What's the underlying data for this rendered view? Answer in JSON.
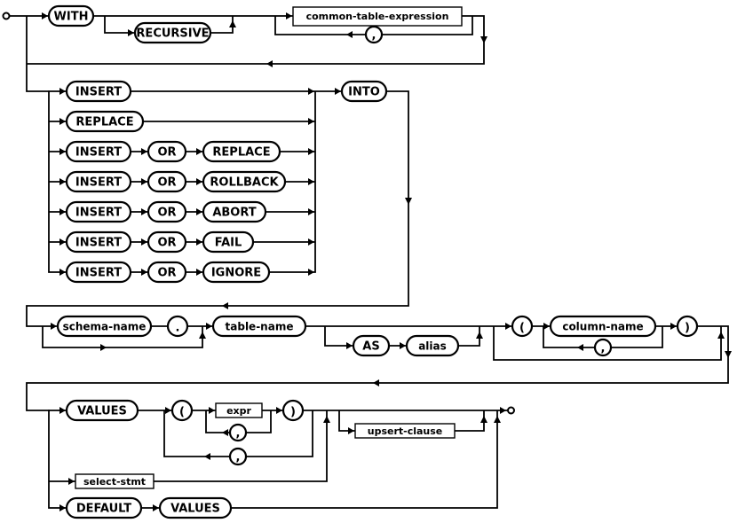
{
  "page": {
    "background": "#ffffff",
    "line_color": "#000000",
    "box_fill": "#ffffff"
  },
  "diagram": {
    "name": "insert-stmt",
    "with_clause": {
      "with": "WITH",
      "recursive": "RECURSIVE",
      "cte": "common-table-expression",
      "comma": ","
    },
    "alternatives": [
      {
        "k1": "INSERT"
      },
      {
        "k1": "REPLACE"
      },
      {
        "k1": "INSERT",
        "k2": "OR",
        "k3": "REPLACE"
      },
      {
        "k1": "INSERT",
        "k2": "OR",
        "k3": "ROLLBACK"
      },
      {
        "k1": "INSERT",
        "k2": "OR",
        "k3": "ABORT"
      },
      {
        "k1": "INSERT",
        "k2": "OR",
        "k3": "FAIL"
      },
      {
        "k1": "INSERT",
        "k2": "OR",
        "k3": "IGNORE"
      }
    ],
    "into": "INTO",
    "target": {
      "schema_name": "schema-name",
      "dot": ".",
      "table_name": "table-name",
      "as_kw": "AS",
      "alias": "alias",
      "lparen": "(",
      "column_name": "column-name",
      "comma": ",",
      "rparen": ")"
    },
    "values_clause": {
      "values": "VALUES",
      "lparen": "(",
      "expr": "expr",
      "rparen": ")",
      "expr_comma": ",",
      "row_comma": ",",
      "upsert_clause": "upsert-clause"
    },
    "select_clause": {
      "select_stmt": "select-stmt"
    },
    "default_clause": {
      "default_kw": "DEFAULT",
      "values": "VALUES"
    }
  }
}
